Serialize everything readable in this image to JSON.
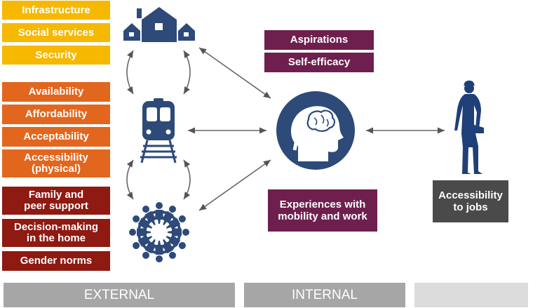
{
  "external_factors": {
    "yellow": [
      "Infrastructure",
      "Social services",
      "Security"
    ],
    "orange": [
      "Availability",
      "Affordability",
      "Acceptability",
      "Accessibility",
      "(physical)"
    ],
    "red": [
      "Family and",
      "peer support",
      "Decision-making",
      "in the home",
      "Gender norms"
    ]
  },
  "internal_factors": {
    "top": [
      "Aspirations",
      "Self-efficacy"
    ],
    "bottom": [
      "Experiences with",
      "mobility and work"
    ]
  },
  "outcome": [
    "Accessibility",
    "to jobs"
  ],
  "bottom_bar": {
    "external": "EXTERNAL",
    "internal": "INTERNAL"
  },
  "icons": [
    "houses-icon",
    "train-icon",
    "community-icon",
    "head-brain-icon",
    "worker-icon"
  ],
  "colors": {
    "yellow": "#f6b800",
    "orange": "#e2661e",
    "red": "#8e1a12",
    "purple": "#6e1f4e",
    "navy": "#2d4a78",
    "outcome": "#4a4a4a",
    "bar": "#a6a6a6",
    "bar_light": "#dcdcdc"
  }
}
